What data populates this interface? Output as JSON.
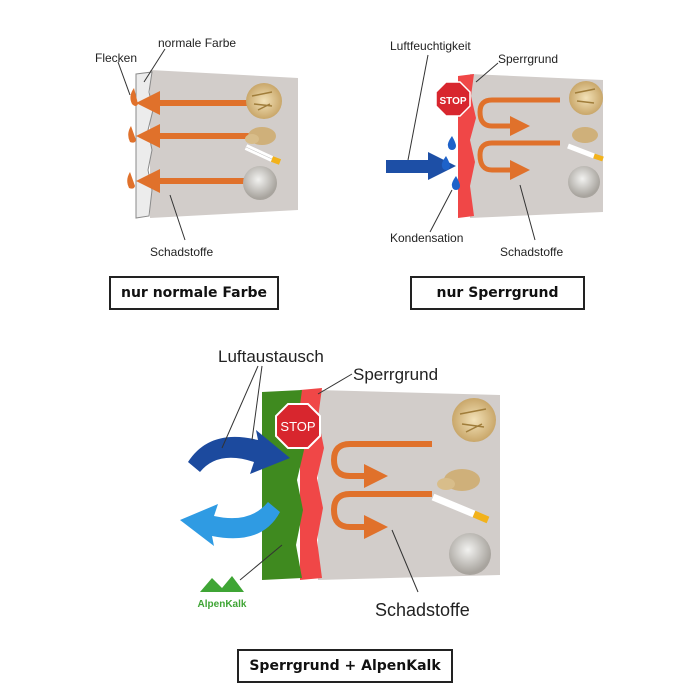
{
  "panel1": {
    "label_stains": "Flecken",
    "label_paint": "normale Farbe",
    "label_pollutants": "Schadstoffe",
    "caption": "nur normale Farbe"
  },
  "panel2": {
    "label_humidity": "Luftfeuchtigkeit",
    "label_primer": "Sperrgrund",
    "label_stop": "STOP",
    "label_condensation": "Kondensation",
    "label_pollutants": "Schadstoffe",
    "caption": "nur Sperrgrund"
  },
  "panel3": {
    "label_air_exchange": "Luftaustausch",
    "label_primer": "Sperrgrund",
    "label_stop": "STOP",
    "label_pollutants": "Schadstoffe",
    "brand": "AlpenKalk",
    "caption": "Sperrgrund + AlpenKalk"
  },
  "colors": {
    "wall": "#d2cdca",
    "arrow_orange": "#e0712b",
    "primer_red": "#f04747",
    "lime_green": "#3f8a1f",
    "stop_red": "#d8262e",
    "humidity_blue": "#1d4fa6",
    "air_dark_blue": "#1c4a9e",
    "air_light_blue": "#2f9be3",
    "drop_blue": "#1e62c9",
    "brand_green": "#3fa535"
  },
  "icons": [
    "wood-particle-icon",
    "dust-cloud-icon",
    "cigarette-icon",
    "mold-spore-icon",
    "stop-sign-icon",
    "water-drop-icon",
    "alpenkalk-logo-icon"
  ]
}
